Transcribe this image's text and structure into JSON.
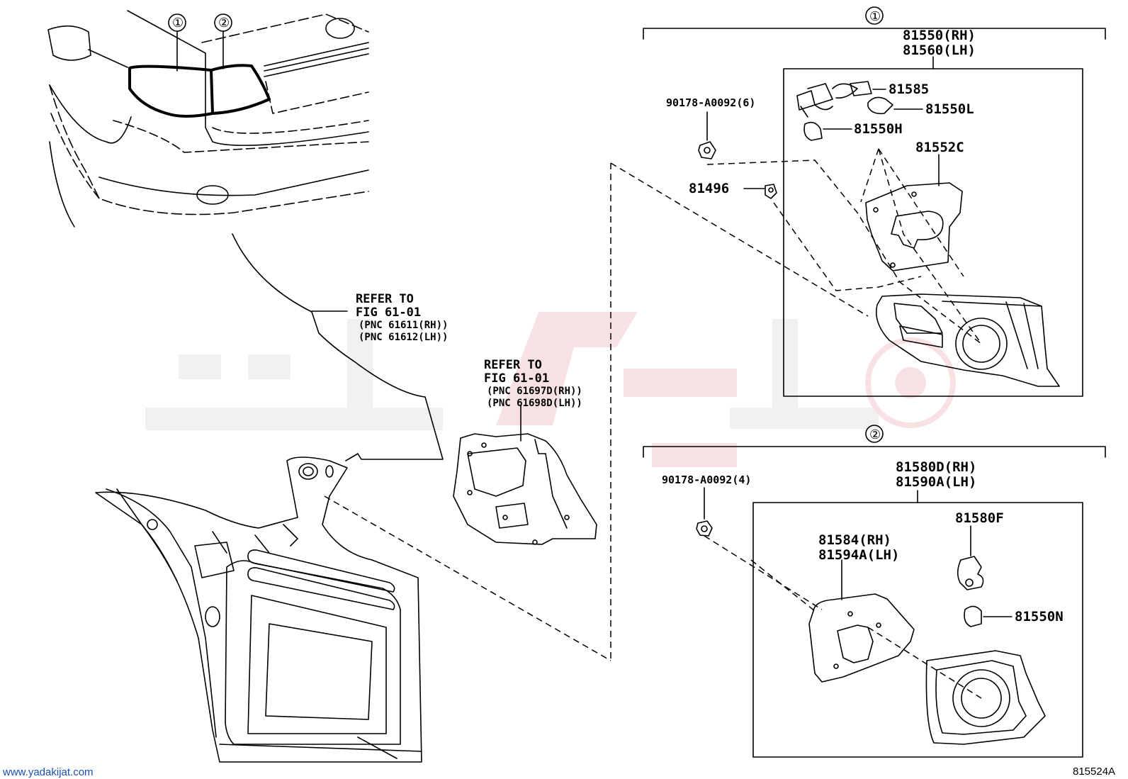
{
  "callouts": {
    "one": "①",
    "two": "②"
  },
  "group1": {
    "header": "①",
    "part_rh": "81550(RH)",
    "part_lh": "81560(LH)",
    "screw": "90178-A0092(6)",
    "clip": "81496",
    "socket": "81585",
    "bulb_l": "81550L",
    "bulb_h": "81550H",
    "gasket": "81552C"
  },
  "group2": {
    "header": "②",
    "part_rh": "81580D(RH)",
    "part_lh": "81590A(LH)",
    "screw": "90178-A0092(4)",
    "gasket_rh": "81584(RH)",
    "gasket_lh": "81594A(LH)",
    "socket": "81580F",
    "bulb": "81550N"
  },
  "refer1": {
    "line1": "REFER TO",
    "line2": "FIG 61-01",
    "line3": "(PNC 61611(RH))",
    "line4": "(PNC 61612(LH))"
  },
  "refer2": {
    "line1": "REFER TO",
    "line2": "FIG 61-01",
    "line3": "(PNC 61697D(RH))",
    "line4": "(PNC 61698D(LH))"
  },
  "footer": {
    "website": "www.yadakijat.com",
    "diagram_code": "815524A"
  },
  "colors": {
    "watermark": "#f3c9cc",
    "watermark_gray": "#e6e6e6",
    "link_blue": "#1a4fb0"
  }
}
